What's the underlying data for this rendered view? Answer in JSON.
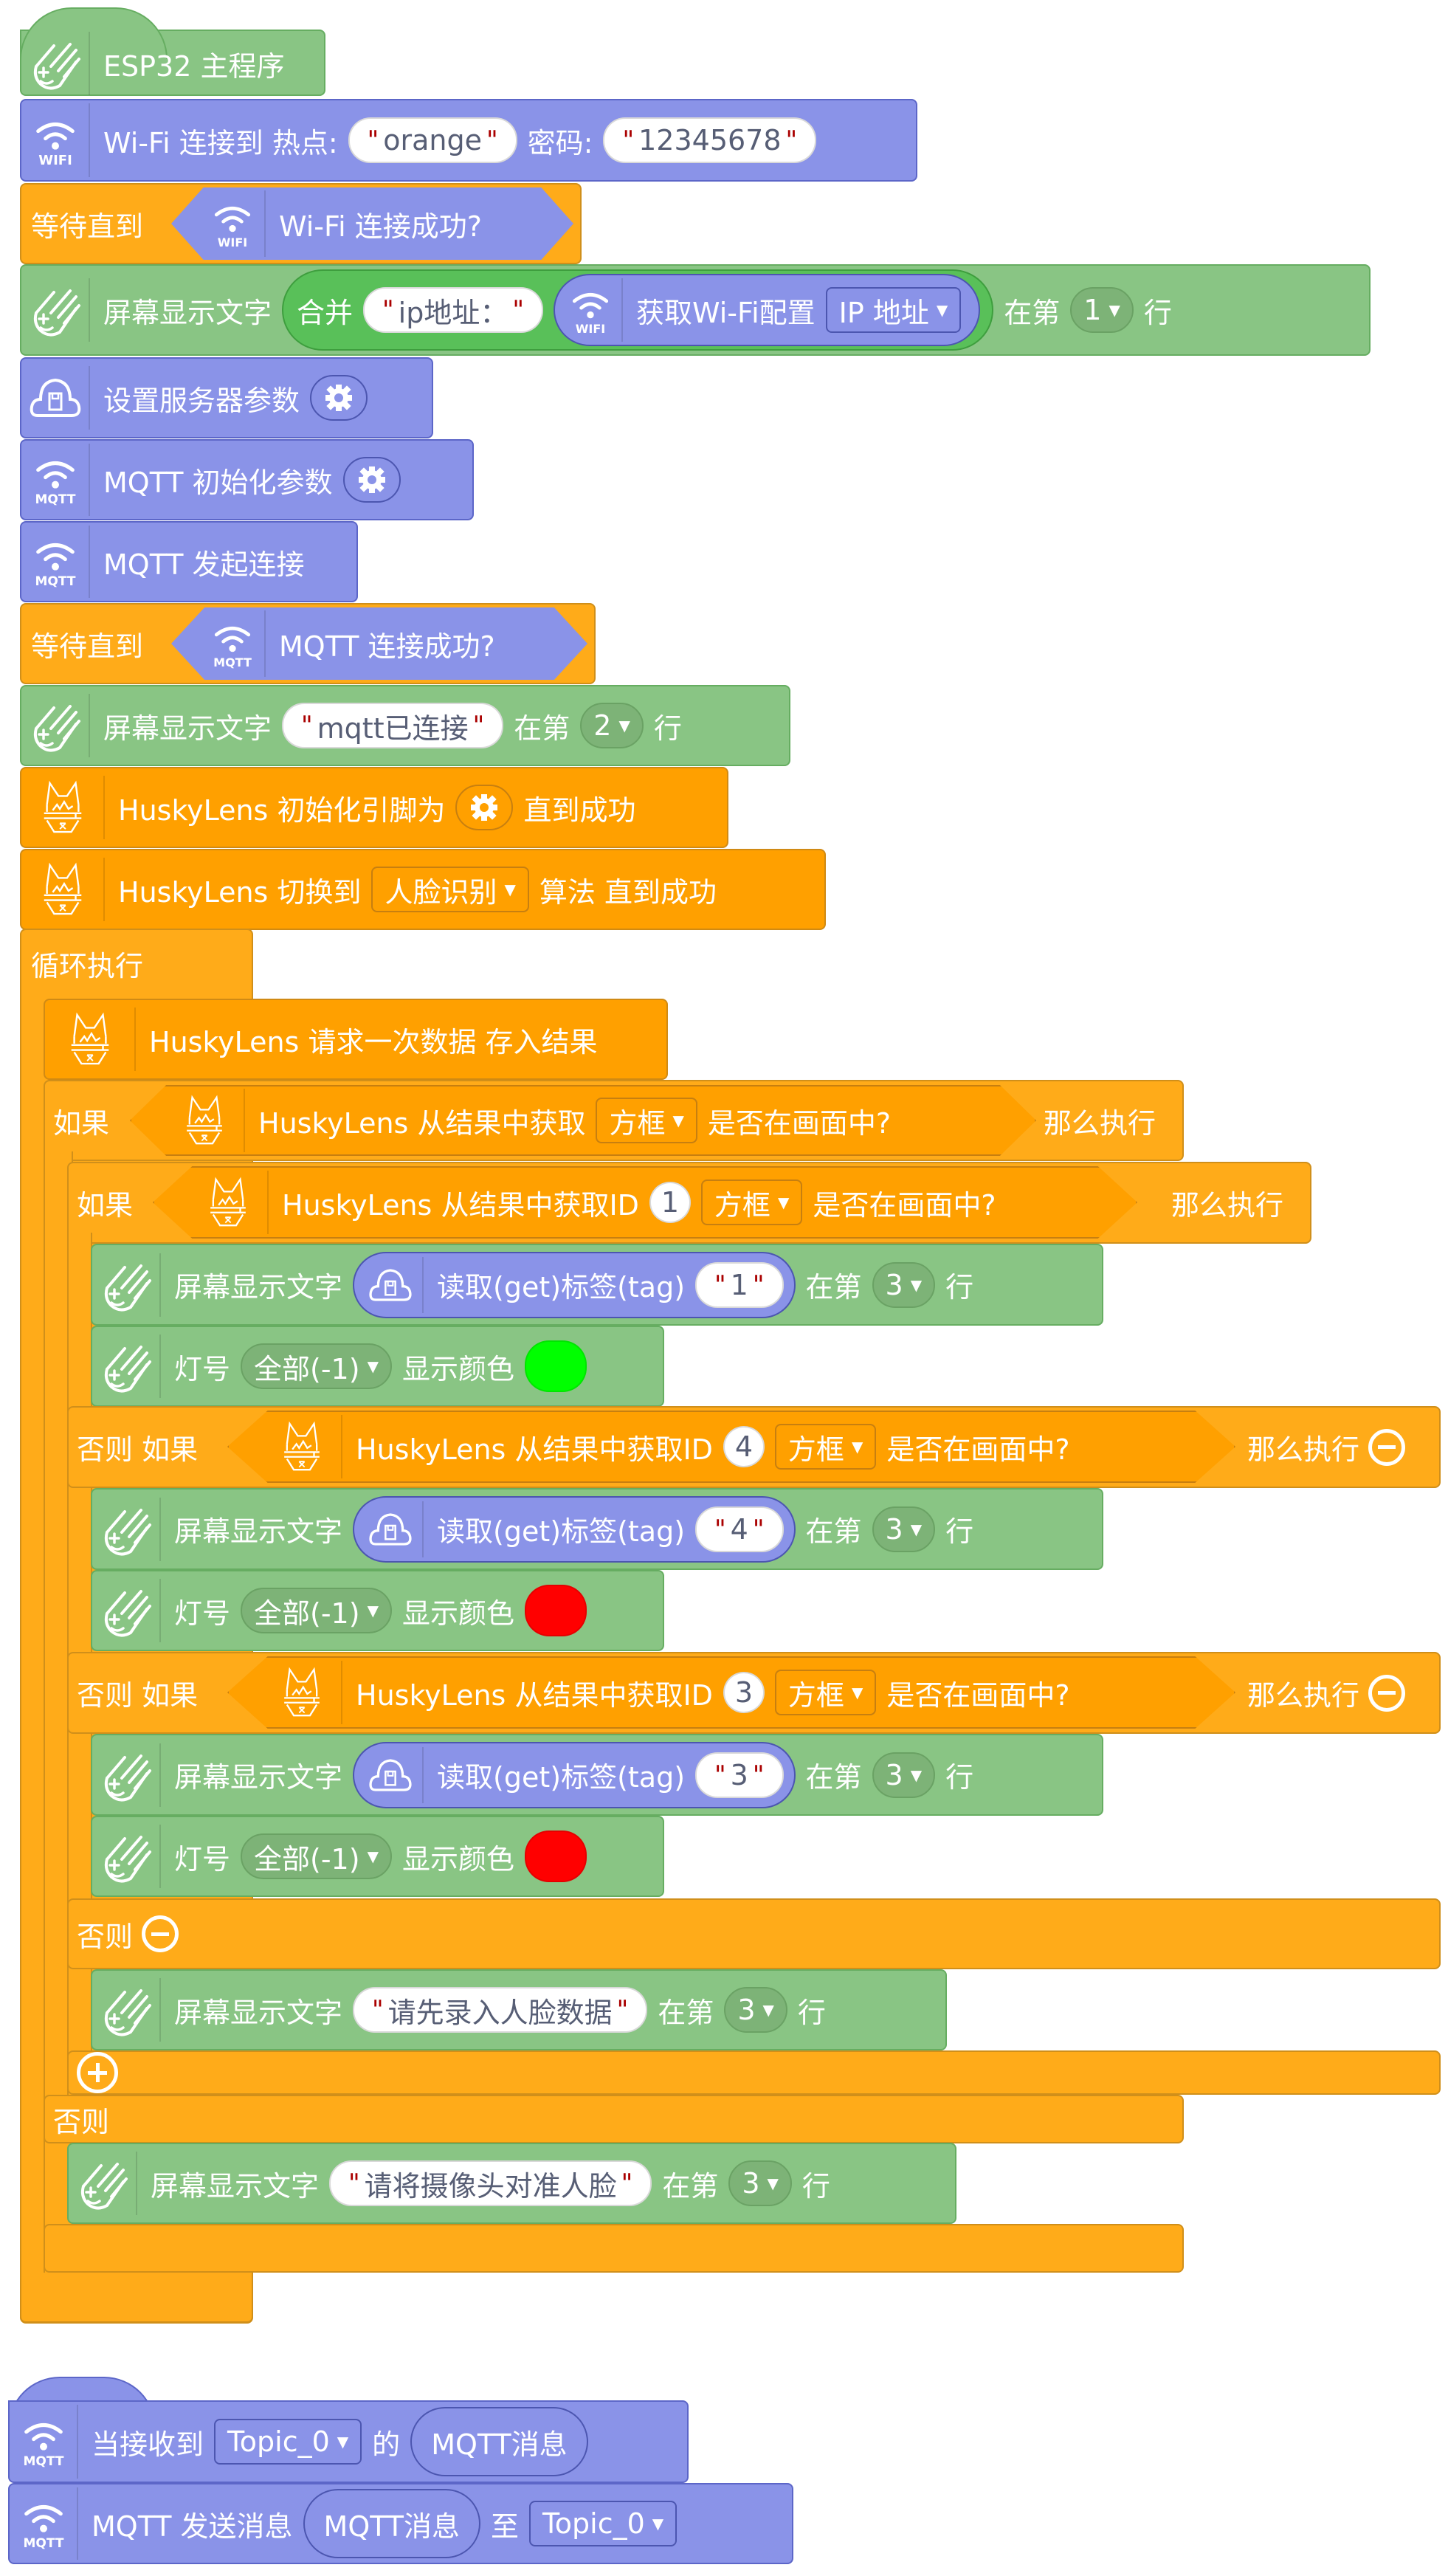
{
  "colors": {
    "esp32_green": "#89C584",
    "wifi_mqtt_blue": "#8A93E8",
    "control_orange": "#FFAB19",
    "huskylens_orange": "#FFA000",
    "combine_green": "#59C059",
    "led_green": "#00FF00",
    "led_red": "#FF0000"
  },
  "main_script": {
    "hat": {
      "label": "ESP32 主程序",
      "icon": "esp32-hand-icon"
    },
    "wifi_connect": {
      "label": "Wi-Fi 连接到 热点:",
      "ssid": "orange",
      "pwd_label": "密码:",
      "pwd": "12345678",
      "icon_caption": "WIFI"
    },
    "wait_wifi": {
      "label": "等待直到",
      "condition": "Wi-Fi 连接成功?",
      "icon_caption": "WIFI"
    },
    "display_ip": {
      "label": "屏幕显示文字",
      "combine_label": "合并",
      "str1": "ip地址：",
      "wifi_config_label": "获取Wi-Fi配置",
      "wifi_config_option": "IP 地址",
      "row_prefix": "在第",
      "row": "1",
      "row_suffix": "行"
    },
    "server_params": {
      "label": "设置服务器参数"
    },
    "mqtt_init": {
      "label": "MQTT 初始化参数",
      "icon_caption": "MQTT"
    },
    "mqtt_connect": {
      "label": "MQTT 发起连接",
      "icon_caption": "MQTT"
    },
    "wait_mqtt": {
      "label": "等待直到",
      "condition": "MQTT 连接成功?",
      "icon_caption": "MQTT"
    },
    "display_mqtt": {
      "label": "屏幕显示文字",
      "text": "mqtt已连接",
      "row_prefix": "在第",
      "row": "2",
      "row_suffix": "行"
    },
    "husky_init": {
      "label": "HuskyLens 初始化引脚为",
      "suffix": "直到成功"
    },
    "husky_switch": {
      "label": "HuskyLens 切换到",
      "algorithm": "人脸识别",
      "suffix": "算法 直到成功"
    },
    "forever": {
      "label": "循环执行",
      "request": {
        "label": "HuskyLens 请求一次数据 存入结果"
      },
      "if_outer": {
        "if_label": "如果",
        "cond_label": "HuskyLens 从结果中获取",
        "cond_option": "方框",
        "cond_suffix": "是否在画面中?",
        "then_label": "那么执行",
        "else_label": "否则",
        "inner": {
          "if_label": "如果",
          "elseif_label": "否则 如果",
          "else_label": "否则",
          "cond_label": "HuskyLens 从结果中获取ID",
          "cond_option": "方框",
          "cond_suffix": "是否在画面中?",
          "then_label": "那么执行",
          "branches": [
            {
              "id": "1",
              "display_label": "屏幕显示文字",
              "get_tag_label": "读取(get)标签(tag)",
              "tag": "1",
              "row_prefix": "在第",
              "row": "3",
              "row_suffix": "行",
              "led_label": "灯号",
              "led_option": "全部(-1)",
              "color_label": "显示颜色",
              "color": "#00FF00"
            },
            {
              "id": "4",
              "display_label": "屏幕显示文字",
              "get_tag_label": "读取(get)标签(tag)",
              "tag": "4",
              "row_prefix": "在第",
              "row": "3",
              "row_suffix": "行",
              "led_label": "灯号",
              "led_option": "全部(-1)",
              "color_label": "显示颜色",
              "color": "#FF0000"
            },
            {
              "id": "3",
              "display_label": "屏幕显示文字",
              "get_tag_label": "读取(get)标签(tag)",
              "tag": "3",
              "row_prefix": "在第",
              "row": "3",
              "row_suffix": "行",
              "led_label": "灯号",
              "led_option": "全部(-1)",
              "color_label": "显示颜色",
              "color": "#FF0000"
            }
          ],
          "else_display": {
            "label": "屏幕显示文字",
            "text": "请先录入人脸数据",
            "row_prefix": "在第",
            "row": "3",
            "row_suffix": "行"
          }
        },
        "else_display": {
          "label": "屏幕显示文字",
          "text": "请将摄像头对准人脸",
          "row_prefix": "在第",
          "row": "3",
          "row_suffix": "行"
        }
      }
    }
  },
  "mqtt_script": {
    "hat": {
      "label": "当接收到",
      "topic": "Topic_0",
      "of_label": "的",
      "var": "MQTT消息",
      "icon_caption": "MQTT"
    },
    "send": {
      "label": "MQTT 发送消息",
      "var": "MQTT消息",
      "to_label": "至",
      "topic": "Topic_0",
      "icon_caption": "MQTT"
    }
  }
}
